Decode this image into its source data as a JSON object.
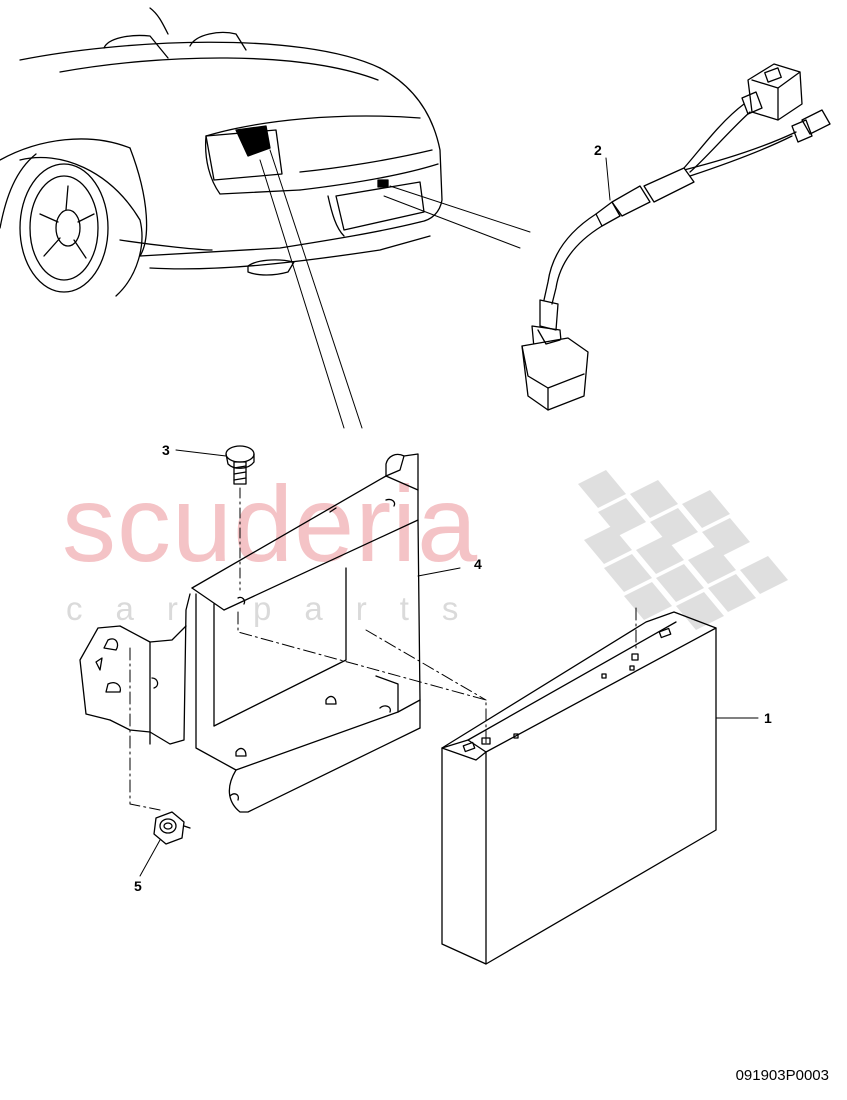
{
  "watermark": {
    "main": "scuderia",
    "sub": "car parts",
    "flag_color": "#d9d9d9",
    "text_color": "#f3b9bd"
  },
  "callouts": [
    {
      "id": "1",
      "label": "1",
      "part": "control-unit"
    },
    {
      "id": "2",
      "label": "2",
      "part": "wiring-harness"
    },
    {
      "id": "3",
      "label": "3",
      "part": "screw"
    },
    {
      "id": "4",
      "label": "4",
      "part": "bracket"
    },
    {
      "id": "5",
      "label": "5",
      "part": "nut"
    }
  ],
  "drawing_ref": "091903P0003"
}
